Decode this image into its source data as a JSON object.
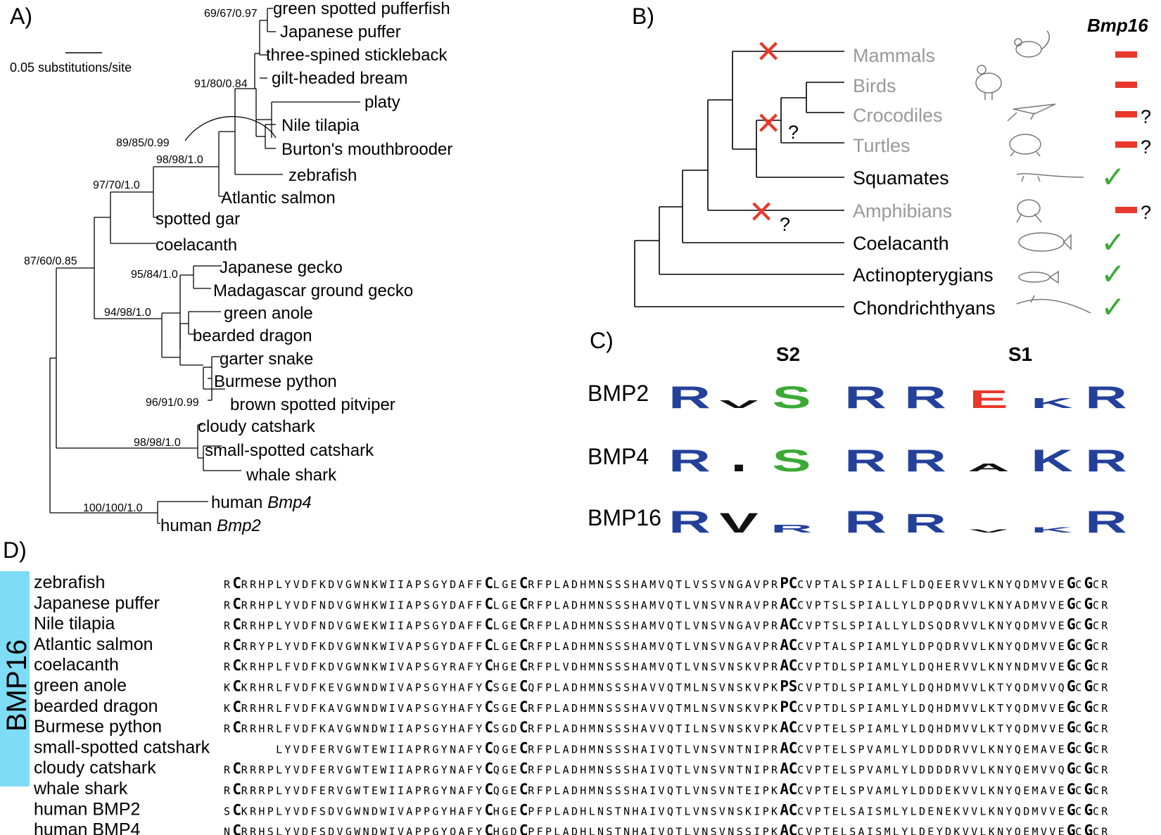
{
  "colors": {
    "line": "#000000",
    "loss_cross": "#e8382b",
    "absent_dash": "#e8382b",
    "present_check": "#3aaa35",
    "absent_taxon_text": "#999999",
    "logo_blue": "#23409a",
    "logo_green": "#3aaa35",
    "logo_red": "#e8382b",
    "logo_black": "#111111",
    "logo_purple": "#b040a0",
    "bmp16_band": "#7fdcf6"
  },
  "panel_a": {
    "letter": "A)",
    "scale_bar_label": "0.05 substitutions/site",
    "leaves": [
      "green spotted pufferfish",
      "Japanese puffer",
      "three-spined stickleback",
      "gilt-headed bream",
      "platy",
      "Nile tilapia",
      "Burton's mouthbrooder",
      "zebrafish",
      "Atlantic salmon",
      "spotted gar",
      "coelacanth",
      "Japanese gecko",
      "Madagascar ground gecko",
      "green anole",
      "bearded dragon",
      "garter snake",
      "Burmese python",
      "brown spotted pitviper",
      "cloudy catshark",
      "small-spotted catshark",
      "whale shark"
    ],
    "human_leaves": [
      {
        "prefix": "human ",
        "gene": "Bmp4"
      },
      {
        "prefix": "human ",
        "gene": "Bmp2"
      }
    ],
    "supports": [
      "69/67/0.97",
      "91/80/0.84",
      "89/85/0.99",
      "98/98/1.0",
      "97/70/1.0",
      "87/60/0.85",
      "95/84/1.0",
      "94/98/1.0",
      "96/91/0.99",
      "98/98/1.0",
      "100/100/1.0"
    ]
  },
  "panel_b": {
    "letter": "B)",
    "gene_header": "Bmp16",
    "taxa": [
      {
        "name": "Mammals",
        "present": false,
        "uncertain": false
      },
      {
        "name": "Birds",
        "present": false,
        "uncertain": false
      },
      {
        "name": "Crocodiles",
        "present": false,
        "uncertain": true
      },
      {
        "name": "Turtles",
        "present": false,
        "uncertain": true
      },
      {
        "name": "Squamates",
        "present": true,
        "uncertain": false
      },
      {
        "name": "Amphibians",
        "present": false,
        "uncertain": true
      },
      {
        "name": "Coelacanth",
        "present": true,
        "uncertain": false
      },
      {
        "name": "Actinopterygians",
        "present": true,
        "uncertain": false
      },
      {
        "name": "Chondrichthyans",
        "present": true,
        "uncertain": false
      }
    ],
    "uncertain_mark": "?",
    "absent_mark": "–",
    "present_mark": "✓",
    "loss_mark": "×",
    "animal_icons": [
      "mouse-icon",
      "rooster-icon",
      "crocodile-icon",
      "turtle-icon",
      "lizard-icon",
      "frog-icon",
      "coelacanth-icon",
      "fish-icon",
      "shark-icon"
    ]
  },
  "panel_c": {
    "letter": "C)",
    "site_labels": [
      "S2",
      "S1"
    ],
    "rows": [
      {
        "name": "BMP2",
        "s2": [
          "R",
          "V",
          "S",
          "R"
        ],
        "s1": [
          "R",
          "E",
          "K",
          "R"
        ]
      },
      {
        "name": "BMP4",
        "s2": [
          "R",
          "I",
          "S",
          "R"
        ],
        "s1": [
          "R",
          "A",
          "K",
          "R"
        ]
      },
      {
        "name": "BMP16",
        "s2": [
          "R",
          "V",
          "R",
          "R"
        ],
        "s1": [
          "R",
          "V",
          "K",
          "R"
        ]
      }
    ]
  },
  "panel_d": {
    "letter": "D)",
    "band_label": "BMP16",
    "rows": [
      {
        "name": "zebrafish",
        "seq": "RCRRHPLYVDFKDVGWNKWIIAPSGYDAFFCLGECRFPLADHMNSSSHAMVQTLVSSVNGAVPRPCCVPTALSPIALLFLDQEERVVLKNYQDMVVEGCGCR"
      },
      {
        "name": "Japanese puffer",
        "seq": "RCRRHPLYVDFNDVGWHKWIIAPSGYDAFFCLGECRFPLADHMNSSSHAMVQTLVNSVNRAVPRACCVPTSLSPIALLYLDPQDRVVLKNYADMVVEGCGCR"
      },
      {
        "name": "Nile tilapia",
        "seq": "RCRRHPLYVDFNDVGWEKWIIAPSGYDAFFCLGECRFPLADHMNSSSHAMVQTLVNSVNGAVPRACCVPTSLSPIALLYLDSQDRVVLKNYQDMVVEGCGCR"
      },
      {
        "name": "Atlantic salmon",
        "seq": "RCRRYPLYVDFKDVGWNKWIVAPSGYDAFFCLGECRFPLADHMNSSSHAMVQTLVNSVNGAVPRACCVPTALSPIAMLYLDPQDRVVLKNYQDMVVEGCGCR"
      },
      {
        "name": "coelacanth",
        "seq": "RCKRHPLFVDFKDVGWNKWIVAPSGYRAFYCHGECRFPLVDHMNSSSHAMVQTLVNSVNSKVPRACCVPTDLSPIAMLYLDQHERVVLKNYNDMVVEGCGCR"
      },
      {
        "name": "green anole",
        "seq": "KCKRHRLFVDFKEVGWNDWIVAPSGYHAFYCSGECQFPLADHMNSSSHAVVQTMLNSVNSKVPKPSCVPTDLSPIAMLYLDQHDMVVLKTYQDMVVQGCGCR"
      },
      {
        "name": "bearded dragon",
        "seq": "KCRRHRLFVDFKAVGWNDWIVAPSGYHAFYCSGECRFPLADHMNSSSHAVVQTMLNSVNSKVPKPCCVPTDLSPIAMLYLDQHDMVVLKTYQDMVVEGCGCR"
      },
      {
        "name": "Burmese python",
        "seq": "RCRRHRLFVDFKAVGWNDWIIAPSGYHAFYCSGDCRFPLADHMNSSSHAVVQTILNSVNSKVPKACCVPTELSPIAMLYLDQHDMVVLKTYQDMVVEGCGCR"
      },
      {
        "name": "small-spotted catshark",
        "seq": "LYVDFERVGWTEWIIAPRGYNAFYCQGECRFPLADHMNSSSHAIVQTLVNSVNTNIPRACCVPTELSPVAMLYLDDDDRVVLKNYQEMAVEGCGCR"
      },
      {
        "name": "cloudy catshark",
        "seq": "RCRRRPLYVDFERVGWTEWIIAPRGYNAFYCQGECRFPLADHMNSSSHAIVQTLVNSVNTNIPRACCVPTELSPVAMLYLDDDDRVVLKNYQEMVVQGCGCR"
      },
      {
        "name": "whale shark",
        "seq": "RCRRRPLYVDFERVGWTEWIIAPRGYNAFYCQGECRFPLADHMNSSSHAIVQTLVNSVNTEIPKACCVPTELSPVAMLYLDDDEKVVLKNYQEMAVEGCGCR"
      },
      {
        "name": "human BMP2",
        "seq": "SCKRHPLYVDFSDVGWNDWIVAPPGYHAFYCHGECPFPLADHLNSTNHAIVQTLVNSVNSKIPKACCVPTELSAISMLYLDENEKVVLKNYQDMVVEGCGCR"
      },
      {
        "name": "human BMP4",
        "seq": "NCRRHSLYVDFSDVGWNDWIVAPPGYQAFYCHGDCPFPLADHLNSTNHAIVQTLVNSVNSSIPKACCVPTELSAISMLYLDEYDKVVLKNYQEMVVEGCGCR"
      }
    ]
  }
}
